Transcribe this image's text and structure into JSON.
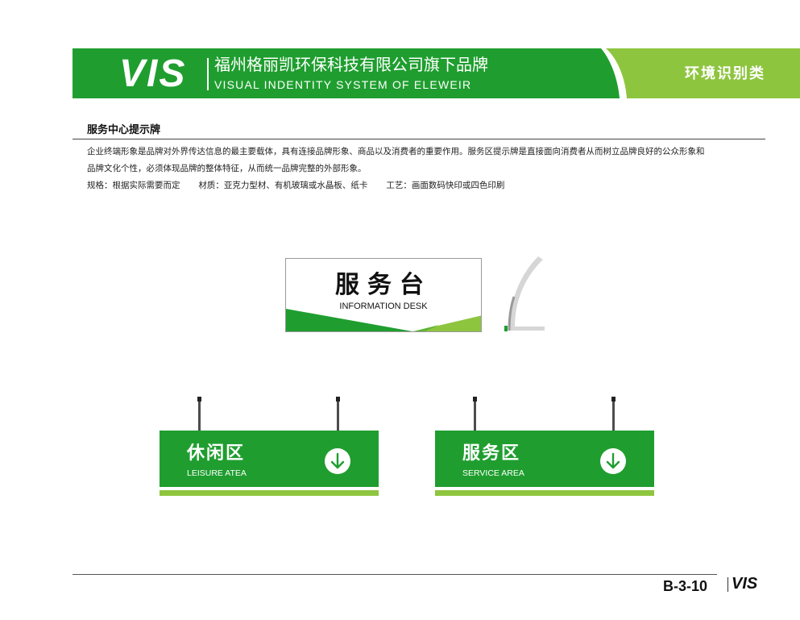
{
  "header": {
    "logo": "VIS",
    "company_cn": "福州格丽凯环保科技有限公司旗下品牌",
    "company_en": "VISUAL INDENTITY SYSTEM OF ELEWEIR",
    "category": "环境识别类",
    "colors": {
      "green": "#1f9e2f",
      "lime": "#8ec53f"
    }
  },
  "section": {
    "title": "服务中心提示牌",
    "desc_line1": "企业终端形象是品牌对外界传达信息的最主要载体，具有连接品牌形象、商品以及消费者的重要作用。服务区提示牌是直接面向消费者从而树立品牌良好的公众形象和",
    "desc_line2": "品牌文化个性，必须体现品牌的整体特征，从而统一品牌完整的外部形象。",
    "spec_size": "规格：根据实际需要而定",
    "spec_material": "材质：亚克力型材、有机玻璃或水晶板、纸卡",
    "spec_craft": "工艺：画面数码快印或四色印刷"
  },
  "desk_sign": {
    "title": "服务台",
    "subtitle": "INFORMATION DESK"
  },
  "hanging_signs": [
    {
      "title": "休闲区",
      "subtitle": "LEISURE ATEA",
      "icon": "down-arrow-circle-icon"
    },
    {
      "title": "服务区",
      "subtitle": "SERVICE AREA",
      "icon": "down-arrow-circle-icon"
    }
  ],
  "footer": {
    "page_number": "B-3-10",
    "logo": "VIS"
  }
}
